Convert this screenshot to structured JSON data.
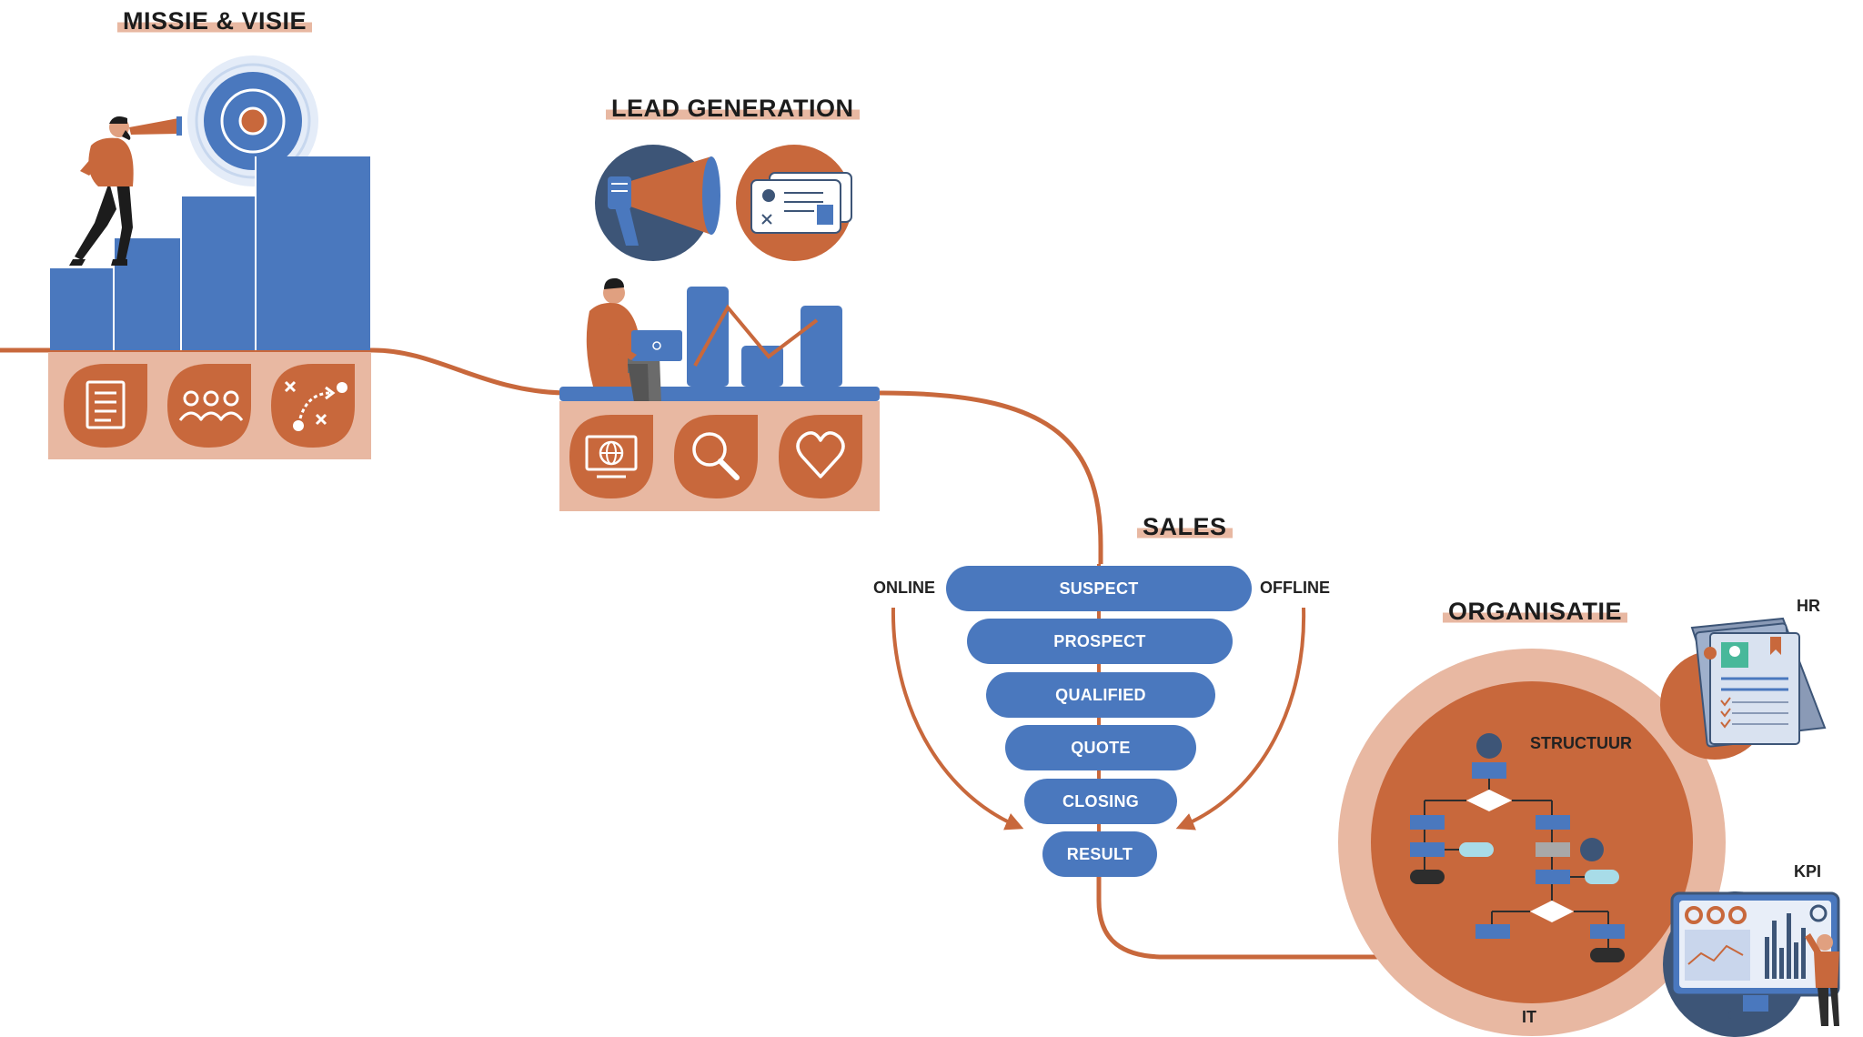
{
  "colors": {
    "orange": "#c8683c",
    "peach": "#e8b8a2",
    "blue": "#4a78be",
    "navy": "#3d5577",
    "dark": "#2d2d2d"
  },
  "sections": {
    "missie": {
      "title": "MISSIE & VISIE"
    },
    "lead": {
      "title": "LEAD GENERATION"
    },
    "sales": {
      "title": "SALES",
      "online": "ONLINE",
      "offline": "OFFLINE",
      "stages": [
        "SUSPECT",
        "PROSPECT",
        "QUALIFIED",
        "QUOTE",
        "CLOSING",
        "RESULT"
      ]
    },
    "organisatie": {
      "title": "ORGANISATIE",
      "structuur": "STRUCTUUR",
      "hr": "HR",
      "kpi": "KPI",
      "it": "IT"
    }
  },
  "icons": {
    "missie": [
      "document-icon",
      "team-icon",
      "strategy-icon"
    ],
    "lead": [
      "web-monitor-icon",
      "search-icon",
      "heart-icon"
    ],
    "lead_top": [
      "megaphone-icon",
      "id-cards-icon"
    ]
  }
}
